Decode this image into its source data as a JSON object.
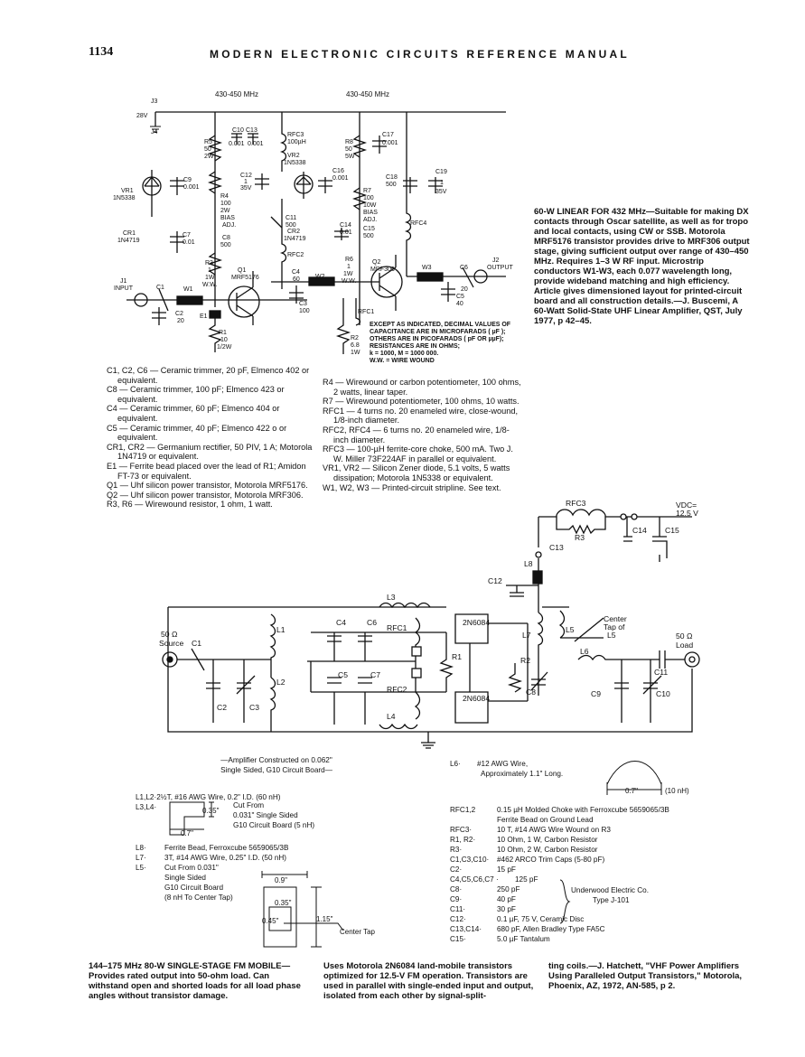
{
  "header": {
    "page_number": "1134",
    "running_head": "MODERN ELECTRONIC CIRCUITS REFERENCE MANUAL"
  },
  "schematic1": {
    "freq_left": "430-450 MHz",
    "freq_right": "430-450 MHz",
    "labels": {
      "j3": "J3",
      "v28": "28V",
      "j4": "J4",
      "r5": "R5",
      "r5v": "50",
      "r5w": "2W",
      "c10": "C10",
      "c10v": "0.001",
      "c13": "C13",
      "c13v": "0.001",
      "rfc3": "RFC3",
      "rfc3v": "100µH",
      "vr2": "VR2",
      "vr2p": "1N5338",
      "r8": "R8",
      "r8v": "50",
      "r8w": "5W",
      "c17": "C17",
      "c17v": "0.001",
      "c9": "C9",
      "c9v": "0.001",
      "c12": "C12",
      "c12v": "1",
      "c12w": "35V",
      "c16": "C16",
      "c16v": "0.001",
      "c18": "C18",
      "c18v": "500",
      "c19": "C19",
      "c19v": "1",
      "c19w": "35V",
      "vr1": "VR1",
      "vr1p": "1N5338",
      "r4": "R4",
      "r4v": "100",
      "r4w": "2W",
      "r4b": "BIAS",
      "r4a": "ADJ.",
      "r7": "R7",
      "r7v": "100",
      "r7w": "10W",
      "r7b": "BIAS",
      "r7a": "ADJ.",
      "c11": "C11",
      "c11v": "500",
      "cr1": "CR1",
      "cr1p": "1N4719",
      "c7": "C7",
      "c7v": "0.01",
      "c8": "C8",
      "c8v": "500",
      "cr2": "CR2",
      "cr2p": "1N4719",
      "c14": "C14",
      "c14v": "0.01",
      "c15": "C15",
      "c15v": "500",
      "rfc4": "RFC4",
      "rfc2": "RFC2",
      "r3": "R3",
      "r3v": "1",
      "r3w": "1W",
      "r3ww": "W.W.",
      "q1": "Q1",
      "q1p": "MRF5176",
      "r6": "R6",
      "r6v": "1",
      "r6w": "1W",
      "r6ww": "W.W.",
      "q2": "Q2",
      "q2p": "MRF306",
      "c4": "C4",
      "c4v": "60",
      "w2": "W2",
      "w3": "W3",
      "c6": "C6",
      "j2": "J2",
      "output": "OUTPUT",
      "j1": "J1",
      "input": "INPUT",
      "c1": "C1",
      "w1": "W1",
      "c2": "C2",
      "c2v": "20",
      "c3": "C3",
      "c3v": "100",
      "c5": "C5",
      "c5v": "40",
      "c6v": "20",
      "e1": "E1",
      "rfc1": "RFC1",
      "r1": "R1",
      "r1v": "10",
      "r1w": "1/2W",
      "r2": "R2",
      "r2v": "6.8",
      "r2w": "1W"
    },
    "note": [
      "EXCEPT AS INDICATED, DECIMAL VALUES OF",
      "CAPACITANCE ARE IN MICROFARADS ( µF );",
      "OTHERS ARE IN PICOFARADS ( pF OR µµF);",
      "RESISTANCES ARE IN OHMS;",
      "k = 1000, M = 1000 000.",
      "W.W. = WIRE WOUND"
    ]
  },
  "caption1": "60-W LINEAR FOR 432 MHz—Suitable for making DX contacts through Oscar satellite, as well as for tropo and local contacts, using CW or SSB. Motorola MRF5176 transistor provides drive to MRF306 output stage, giving sufficient output over range of 430–450 MHz. Requires 1–3 W RF input. Microstrip conductors W1-W3, each 0.077 wavelength long, provide wideband matching and high efficiency. Article gives dimensioned layout for printed-circuit board and all construction details.—J. Buscemi, A 60-Watt Solid-State UHF Linear Amplifier, QST, July 1977, p 42–45.",
  "parts1": [
    "C1, C2, C6 — Ceramic trimmer, 20 pF, Elmenco 402 or equivalent.",
    "C8 — Ceramic trimmer, 100 pF; Elmenco 423 or equivalent.",
    "C4 — Ceramic trimmer, 60 pF; Elmenco 404 or equivalent.",
    "C5 — Ceramic trimmer, 40 pF; Elmenco 422 o or equivalent.",
    "CR1, CR2 — Germanium rectifier, 50 PIV, 1 A; Motorola 1N4719 or equivalent.",
    "E1 — Ferrite bead placed over the lead of R1; Amidon FT-73 or equivalent.",
    "Q1 — Uhf silicon power transistor, Motorola MRF5176.",
    "Q2 — Uhf silicon power transistor, Motorola MRF306.",
    "R3, R6 — Wirewound resistor, 1 ohm, 1 watt."
  ],
  "parts2": [
    "R4 — Wirewound or carbon potentiometer, 100 ohms, 2 watts, linear taper.",
    "R7 — Wirewound potentiometer, 100 ohms, 10 watts.",
    "RFC1 — 4 turns no. 20 enameled wire, close-wound, 1/8-inch diameter.",
    "RFC2, RFC4 — 6 turns no. 20 enameled wire, 1/8-inch diameter.",
    "RFC3 — 100-µH ferrite-core choke, 500 mA. Two J. W. Miller 73F224AF in parallel or equivalent.",
    "VR1, VR2 — Silicon Zener diode, 5.1 volts, 5 watts dissipation; Motorola 1N5338 or equivalent.",
    "W1, W2, W3 — Printed-circuit stripline. See text."
  ],
  "schematic2": {
    "labels": {
      "rfc3": "RFC3",
      "vdc": "VDC=",
      "vdcv": "12.5 V",
      "r3": "R3",
      "c14": "C14",
      "c15": "C15",
      "c13": "C13",
      "l8": "L8",
      "c12": "C12",
      "l3": "L3",
      "center1": "Center",
      "center2": "Tap of",
      "center3": "L5",
      "src1": "50 Ω",
      "src2": "Source",
      "c1": "C1",
      "l1": "L1",
      "c4": "C4",
      "c6": "C6",
      "rfc1": "RFC1",
      "q_top": "2N6084",
      "l7": "L7",
      "l5": "L5",
      "l6": "L6",
      "load1": "50 Ω",
      "load2": "Load",
      "r1": "R1",
      "r2": "R2",
      "l2": "L2",
      "c5": "C5",
      "c7": "C7",
      "c11": "C11",
      "rfc2": "RFC2",
      "q_bot": "2N6084",
      "c8": "C8",
      "c9": "C9",
      "c10": "C10",
      "c2": "C2",
      "c3": "C3",
      "l4": "L4"
    }
  },
  "board": [
    "—Amplifier Constructed on 0.062\"",
    "Single Sided, G10 Circuit Board—"
  ],
  "coil_left": {
    "l1l2": [
      "L1,L2·",
      "2½T, #16 AWG Wire, 0.2\" I.D. (60 nH)"
    ],
    "l3l4": "L3,L4·",
    "cut_from": [
      "Cut From",
      "0.031\" Single Sided",
      "G10 Circuit Board (5 nH)"
    ],
    "dim_035": "0.35\"",
    "dim_07": "0.7\"",
    "l8": [
      "L8·",
      "Ferrite Bead, Ferroxcube 5659065/3B"
    ],
    "l7": [
      "L7·",
      "3T, #14 AWG Wire, 0.25\" I.D. (50 nH)"
    ],
    "l5": [
      "L5·",
      "Cut From 0.031\""
    ],
    "l5_more": [
      "Single Sided",
      "G10 Circuit Board",
      "(8 nH To Center Tap)"
    ],
    "dim_09": "0.9\"",
    "dim_035b": "0.35\"",
    "dim_045": "0.45\"",
    "dim_115": "1.15\"",
    "center_tap": "Center Tap"
  },
  "coil_right": {
    "l6": [
      "L6·",
      "#12 AWG Wire,",
      "Approximately 1.1\" Long."
    ],
    "l6_dim": "0.7\"",
    "l6_nh": "(10 nH)",
    "rows": [
      [
        "RFC1,2",
        "0.15 µH Molded Choke with Ferroxcube 5659065/3B"
      ],
      [
        "",
        "Ferrite Bead on Ground Lead"
      ],
      [
        "RFC3·",
        "10 T, #14 AWG Wire Wound on R3"
      ],
      [
        "R1, R2·",
        "10 Ohm, 1 W, Carbon Resistor"
      ],
      [
        "R3·",
        "10 Ohm, 2 W, Carbon Resistor"
      ],
      [
        "C1,C3,C10·",
        "#462 ARCO Trim Caps (5-80 pF)"
      ],
      [
        "C2·",
        "15 pF"
      ],
      [
        "C4,C5,C6,C7 ·",
        "125 pF"
      ],
      [
        "C8·",
        "250 pF"
      ],
      [
        "C9·",
        "40 pF"
      ],
      [
        "C11·",
        "30 pF"
      ],
      [
        "C12·",
        "0.1 µF, 75 V, Ceramic Disc"
      ],
      [
        "C13,C14·",
        "680 pF, Allen Bradley Type FA5C"
      ],
      [
        "C15·",
        "5.0 µF Tantalum"
      ]
    ],
    "underwood": [
      "Underwood Electric Co.",
      "Type J-101"
    ]
  },
  "caption2": "144–175 MHz 80-W SINGLE-STAGE FM MOBILE—Provides rated output into 50-ohm load. Can withstand open and shorted loads for all load phase angles without transistor damage.",
  "caption3": "Uses Motorola 2N6084 land-mobile transistors optimized for 12.5-V FM operation. Transistors are used in parallel with single-ended input and output, isolated from each other by signal-split-",
  "caption4": "ting coils.—J. Hatchett, \"VHF Power Amplifiers Using Paralleled Output Transistors,\" Motorola, Phoenix, AZ, 1972, AN-585, p 2."
}
